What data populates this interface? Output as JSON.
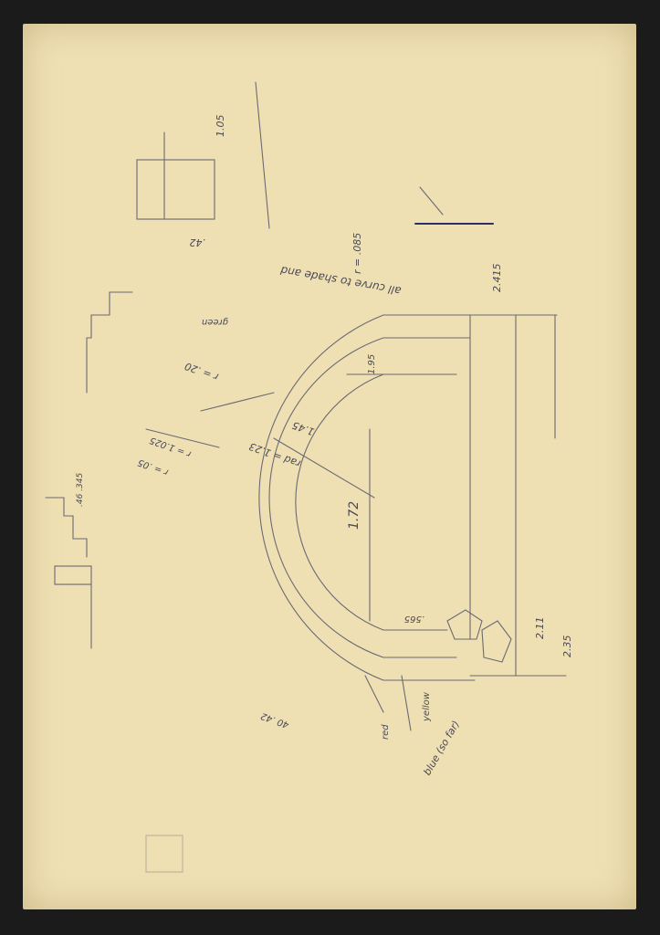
{
  "colors": {
    "background": "#1b1b1b",
    "paper": "#efe0b4",
    "pencil": "#5a5a66",
    "blue_pencil": "#2b2f66"
  },
  "notes": {
    "main_diameter": "1.72",
    "rad_total": "rad = 1.23",
    "r1": "1.45",
    "r2": "r = .20",
    "r3": "r = 1.025",
    "r4": "r = .05",
    "top_note": "r = .085",
    "all_curves": "all curve to shade and",
    "arc_top_label": "1.95",
    "dims_bottom_right": "2.35",
    "dims_2_11": "2.11",
    "dims_2_415": "2.415",
    "dims_565": ".565",
    "blue_note": "blue (so far)",
    "yellow_note": "yellow",
    "red_note": "red",
    "green_note": "green",
    "top_left_value": "1.05",
    "circle_value": ".42",
    "stair_values": ".46 .345",
    "scale_note": "40 .42"
  }
}
